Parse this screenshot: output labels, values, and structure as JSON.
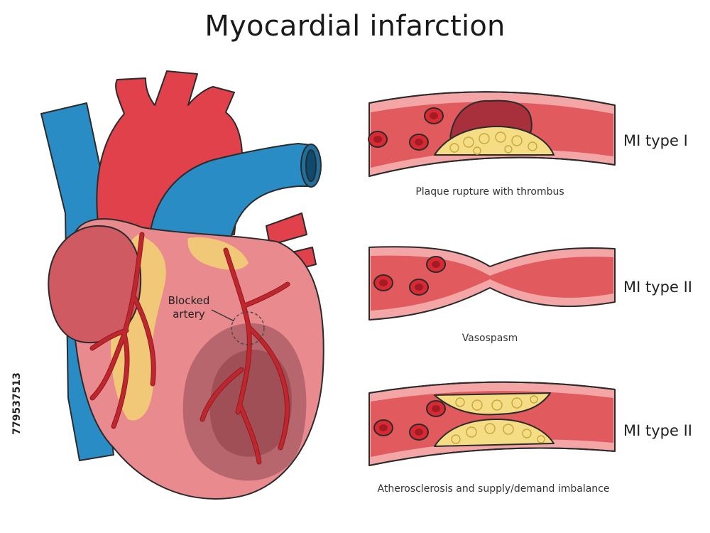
{
  "title": "Myocardial infarction",
  "stock_id": "779537513",
  "heart": {
    "annotation_line1": "Blocked",
    "annotation_line2": "artery"
  },
  "panels": [
    {
      "type_label": "MI type I",
      "caption": "Plaque rupture with thrombus"
    },
    {
      "type_label": "MI type II",
      "caption": "Vasospasm"
    },
    {
      "type_label": "MI type II",
      "caption": "Atherosclerosis and supply/demand imbalance"
    }
  ],
  "colors": {
    "vein_blue": "#2a8cc4",
    "artery_red": "#e0414a",
    "heart_pink": "#e88a8e",
    "infarct": "#a85a62",
    "coronary": "#c0262e",
    "fat": "#f0c878",
    "plaque": "#f4dd84",
    "thrombus": "#a8303c",
    "vessel_wall": "#f4a6a6",
    "lumen": "#e05a5e"
  }
}
